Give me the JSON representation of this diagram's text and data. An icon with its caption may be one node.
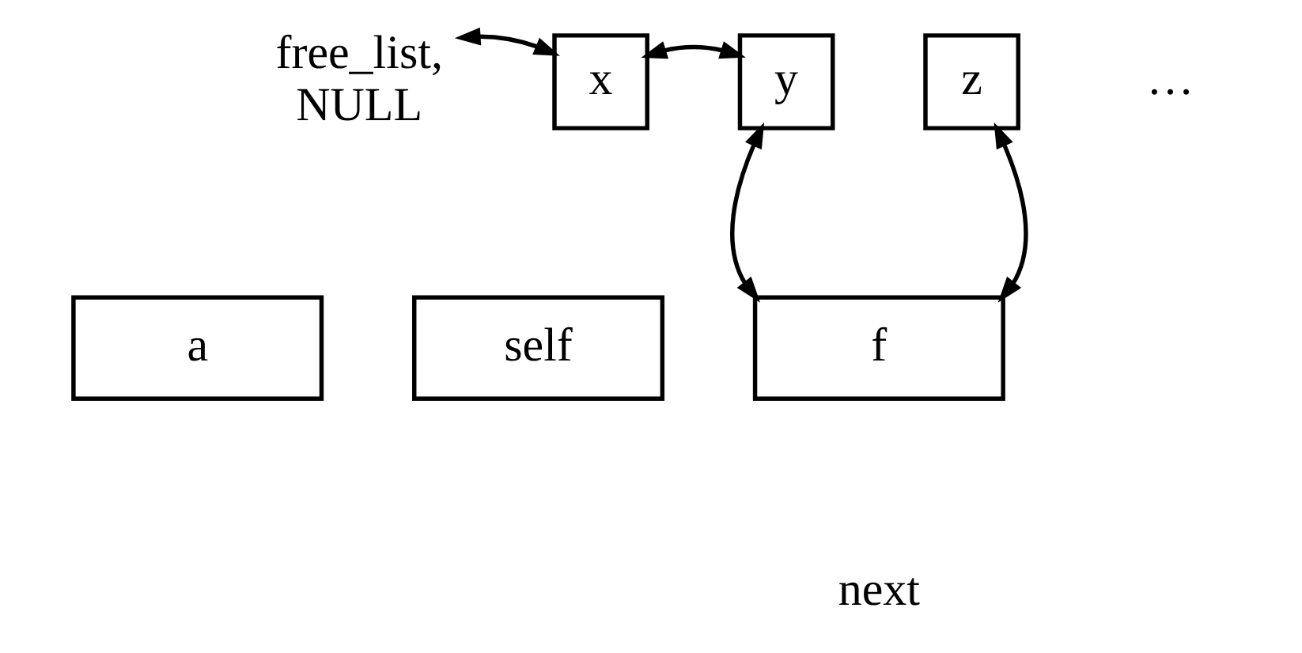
{
  "diagram": {
    "nodes": [
      {
        "text": [
          "free_list, NULL"
        ]
      },
      {
        "text": [
          "x"
        ]
      },
      {
        "text": [
          "y"
        ]
      },
      {
        "text": [
          "z"
        ]
      },
      {
        "text": [
          "a"
        ]
      },
      {
        "text": [
          "self"
        ]
      },
      {
        "text": [
          "f"
        ]
      }
    ],
    "edges": [
      {
        "from": 0,
        "to": 1,
        "arrow": "both"
      },
      {
        "from": 1,
        "to": 2,
        "arrow": "both"
      },
      {
        "from": 2,
        "to": 6,
        "arrow": "both"
      },
      {
        "from": 3,
        "to": 6,
        "arrow": "both"
      }
    ],
    "labels": [
      "…",
      "next"
    ]
  }
}
